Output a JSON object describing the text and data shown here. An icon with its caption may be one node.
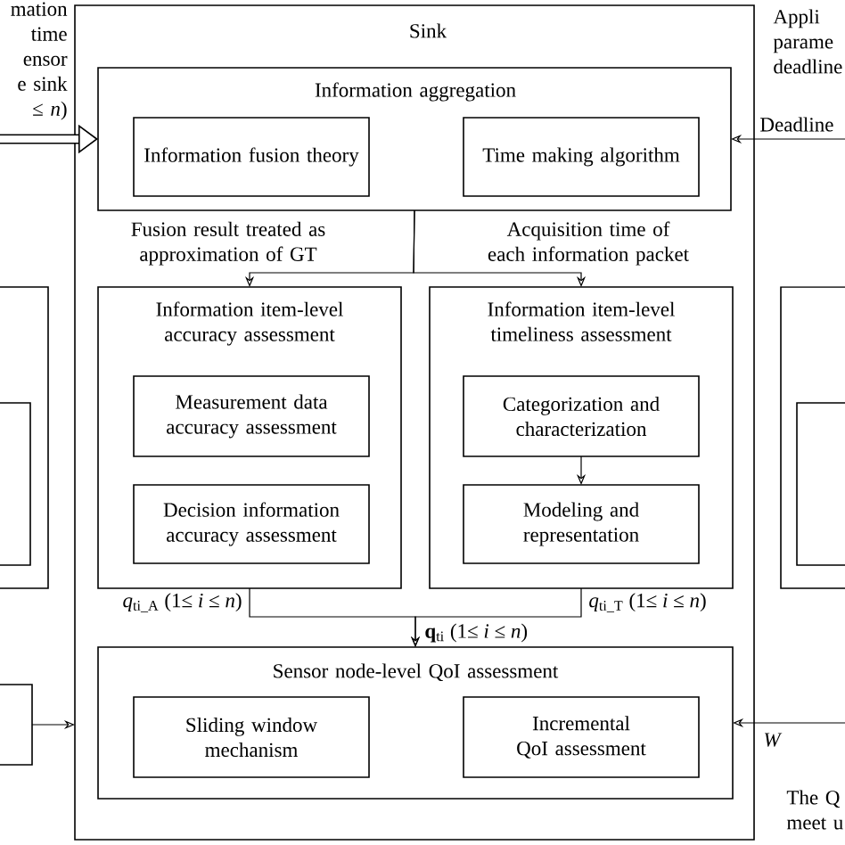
{
  "diagram": {
    "nodes": [
      {
        "text": [],
        "shape": "box"
      },
      {
        "text": [],
        "shape": "box",
        "in": 0
      },
      {
        "text": [
          "Sink"
        ]
      },
      {
        "text": [
          "Information aggregation"
        ],
        "in": 2
      },
      {
        "text": [
          "Information fusion theory"
        ],
        "in": 3
      },
      {
        "text": [
          "Time making algorithm"
        ],
        "in": 3
      },
      {
        "text": [
          "Information item-level accuracy assessment"
        ],
        "in": 2
      },
      {
        "text": [
          "Measurement data accuracy assessment"
        ],
        "in": 6
      },
      {
        "text": [
          "Decision information accuracy assessment"
        ],
        "in": 6
      },
      {
        "text": [
          "Information item-level timeliness assessment"
        ],
        "in": 2
      },
      {
        "text": [
          "Categorization and characterization"
        ],
        "in": 9
      },
      {
        "text": [
          "Modeling and representation"
        ],
        "in": 9
      },
      {
        "text": [
          "Sensor node-level QoI assessment"
        ],
        "in": 2
      },
      {
        "text": [
          "Sliding window mechanism"
        ],
        "in": 12
      },
      {
        "text": [
          "Incremental QoI assessment"
        ],
        "in": 12
      },
      {
        "text": [],
        "shape": "box"
      },
      {
        "text": [],
        "shape": "box",
        "in": 15
      },
      {
        "text": [],
        "shape": "box"
      }
    ],
    "edges": [
      {
        "from": null,
        "to": 3,
        "arrow": "to",
        "style": "thick",
        "label": "mation time ensor e sink ≤ *n*)"
      },
      {
        "from": null,
        "to": 3,
        "arrow": "to",
        "label": "Deadline"
      },
      {
        "from": 3,
        "to": 6,
        "arrow": "to",
        "label": "Fusion result treated as approximation of GT"
      },
      {
        "from": 3,
        "to": 9,
        "arrow": "to",
        "label": "Acquisition time of each information packet"
      },
      {
        "from": 10,
        "to": 11,
        "arrow": "to"
      },
      {
        "from": 6,
        "to": 12,
        "arrow": "to",
        "label": "*q*$_{ti_A}$ (1≤ *i* ≤ *n*)"
      },
      {
        "from": 9,
        "to": 12,
        "arrow": "to",
        "label": "*q*$_{ti_T}$ (1≤ *i* ≤ *n*)"
      },
      {
        "from": 17,
        "to": 2,
        "arrow": "to"
      },
      {
        "from": null,
        "to": 12,
        "arrow": "to",
        "label": "*W*"
      }
    ],
    "labels": [
      "Appli parame deadline",
      "**q**$_{ti}$ (1≤ *i* ≤ *n*)",
      "The Q meet u"
    ]
  }
}
